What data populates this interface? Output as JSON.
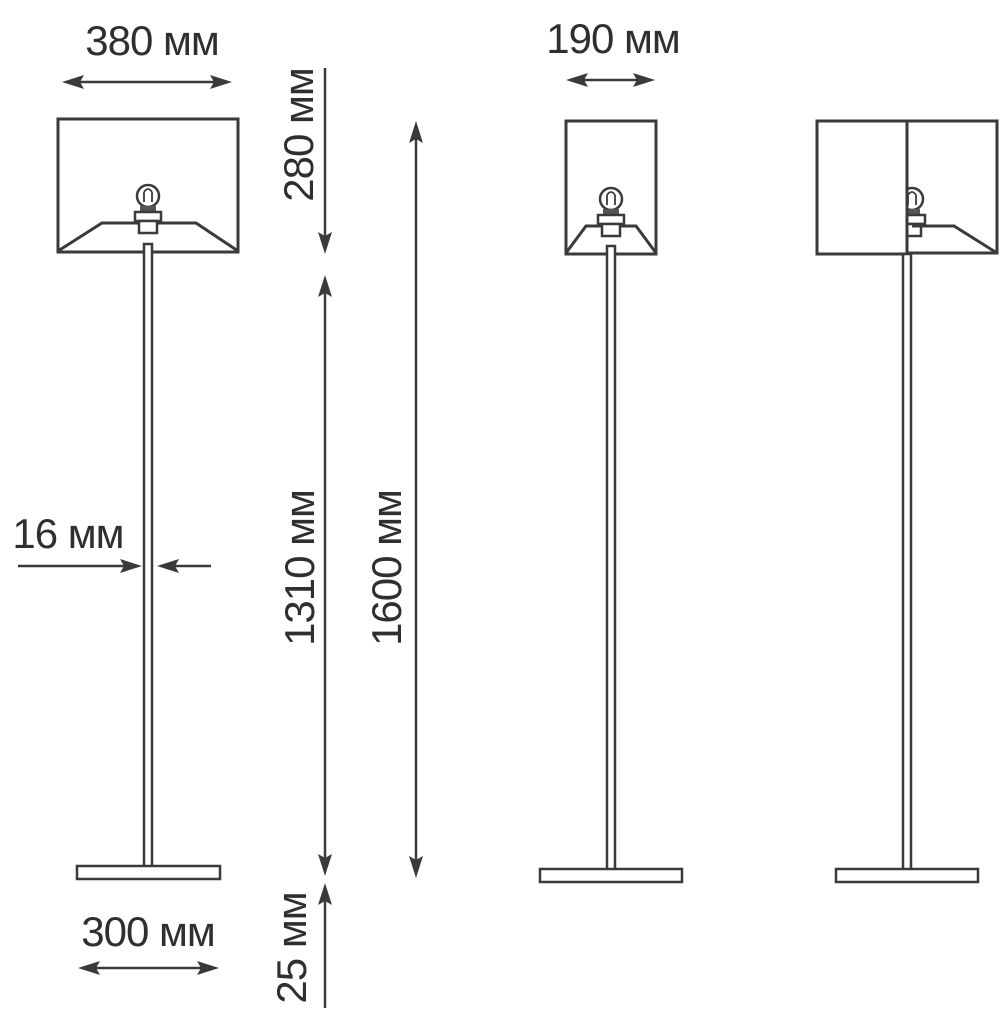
{
  "dimensions": {
    "shade_width": "380 мм",
    "shade_depth": "190 мм",
    "shade_height": "280 мм",
    "stem_height": "1310 мм",
    "total_height": "1600 мм",
    "stem_diameter": "16 мм",
    "base_width": "300 мм",
    "base_height": "25 мм"
  },
  "colors": {
    "ink": "#3a3a3a",
    "background": "#ffffff"
  }
}
